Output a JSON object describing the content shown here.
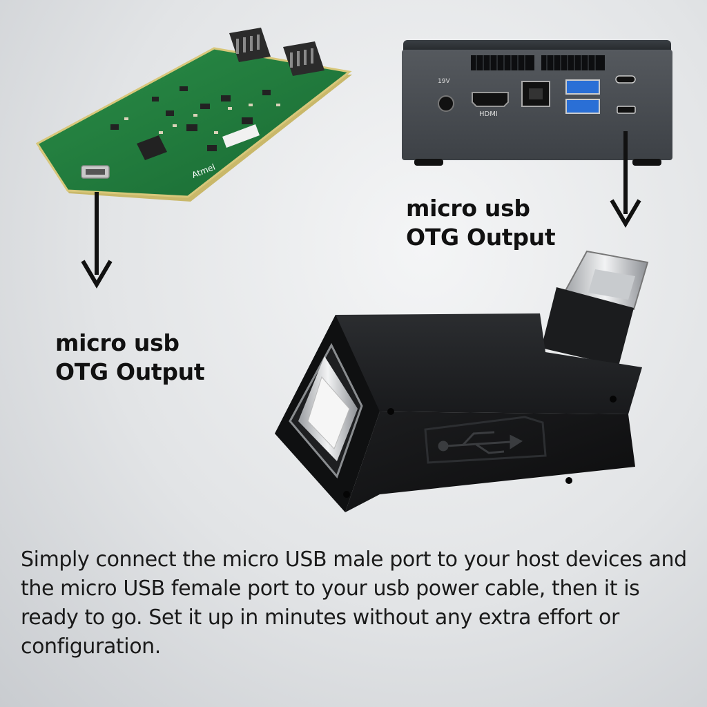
{
  "left_label": {
    "line1": "micro usb",
    "line2": "OTG Output"
  },
  "right_label": {
    "line1": "micro usb",
    "line2": "OTG Output"
  },
  "board": {
    "brand": "Atmel"
  },
  "minipc": {
    "hdmi_text": "HDMI",
    "power_text": "19V"
  },
  "description": "Simply connect the micro USB male port to your host devices and the micro USB female port to your usb power cable, then it is ready to go. Set it up in minutes without any extra effort or configuration.",
  "colors": {
    "pcb": "#1f7a3c",
    "device": "#2e3236",
    "adapter": "#141516",
    "arrow": "#111111"
  }
}
